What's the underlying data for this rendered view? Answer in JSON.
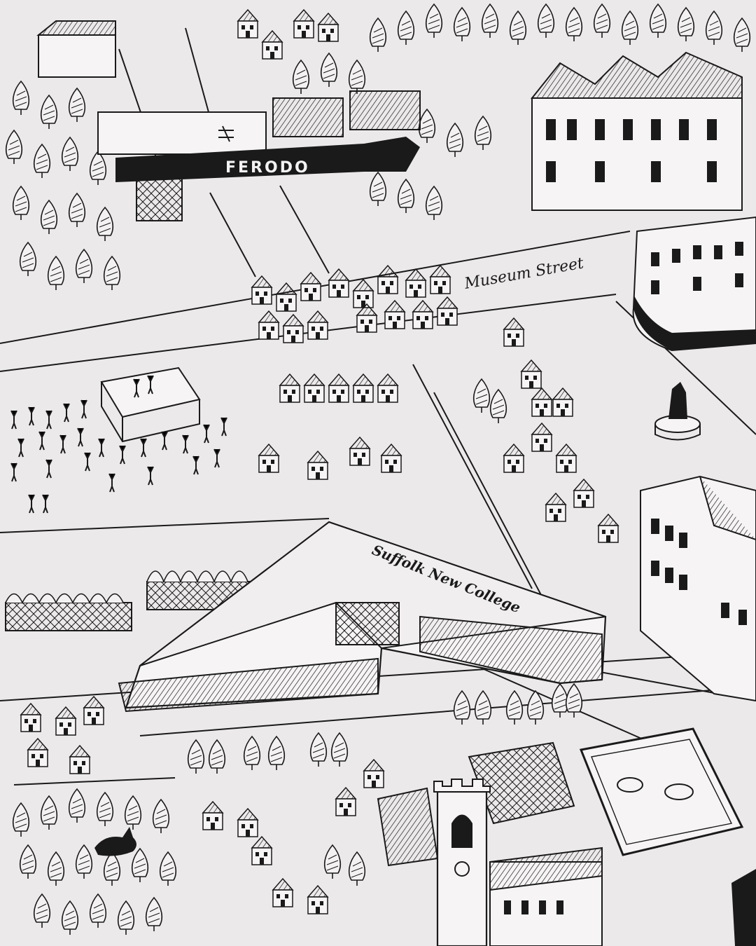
{
  "map": {
    "labels": {
      "bridge_sign": "FERODO",
      "street": "Museum Street",
      "college": "Suffolk New College"
    },
    "colors": {
      "paper": "#ece9ea",
      "ink": "#1a1a1a"
    },
    "icons": [
      "tree-icon",
      "house-icon",
      "person-icon",
      "church-tower-icon",
      "boxing-ring-icon",
      "fountain-icon",
      "railway-symbol-icon",
      "deer-icon"
    ]
  }
}
